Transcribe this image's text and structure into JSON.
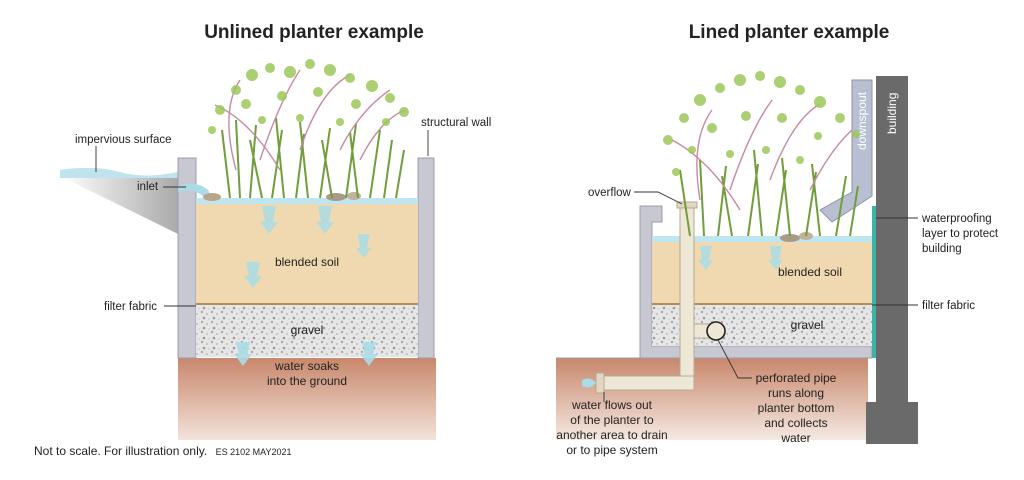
{
  "titles": {
    "unlined": "Unlined planter example",
    "lined": "Lined planter example"
  },
  "unlined_labels": {
    "impervious_surface": "impervious surface",
    "inlet": "inlet",
    "structural_wall": "structural wall",
    "blended_soil": "blended soil",
    "filter_fabric": "filter fabric",
    "gravel": "gravel",
    "water_soaks_1": "water soaks",
    "water_soaks_2": "into the ground"
  },
  "lined_labels": {
    "overflow": "overflow",
    "downspout": "downspout",
    "building": "building",
    "waterproofing_1": "waterproofing",
    "waterproofing_2": "layer to protect",
    "waterproofing_3": "building",
    "blended_soil": "blended soil",
    "filter_fabric": "filter fabric",
    "gravel": "gravel",
    "perforated_1": "perforated pipe",
    "perforated_2": "runs along",
    "perforated_3": "planter bottom",
    "perforated_4": "and collects",
    "perforated_5": "water",
    "flows_1": "water flows out",
    "flows_2": "of the planter to",
    "flows_3": "another area to drain",
    "flows_4": "or to pipe system"
  },
  "footer": {
    "note": "Not to scale. For illustration only.",
    "code": "ES 2102 MAY2021"
  },
  "colors": {
    "soil": "#f0d9b0",
    "gravel": "#e4e4e4",
    "ground": "#c9927a",
    "wall": "#c8c8d2",
    "building": "#6a6a6a",
    "water": "#a9dce6",
    "pipe": "#efe7d6",
    "waterproofing": "#3fb3a8",
    "plant_green": "#8fbf4a",
    "plant_pink": "#c78aa0"
  }
}
